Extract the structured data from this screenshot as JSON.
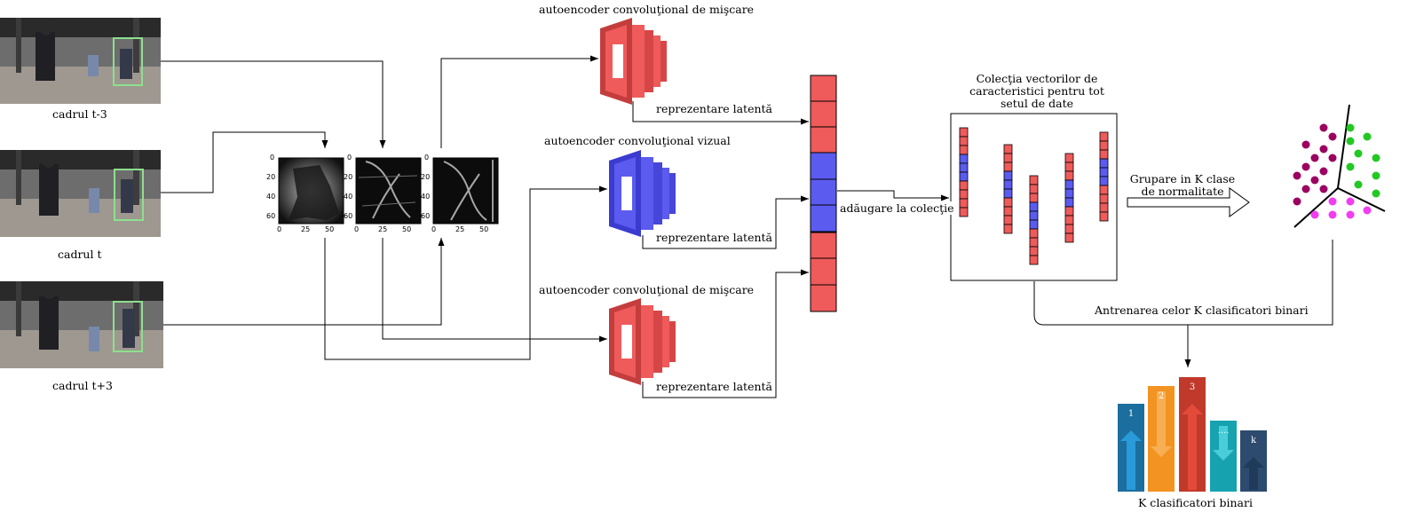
{
  "frames": [
    {
      "label": "cadrul t-3"
    },
    {
      "label": "cadrul t"
    },
    {
      "label": "cadrul t+3"
    }
  ],
  "plot_axes": {
    "y_ticks": [
      "0",
      "20",
      "40",
      "60"
    ],
    "x_ticks": [
      "0",
      "25",
      "50"
    ]
  },
  "autoencoders": {
    "motion_top": "autoencoder convoluţional de mişcare",
    "visual": "autoencoder convoluţional vizual",
    "motion_bottom": "autoencoder convoluţional de mişcare"
  },
  "latent_label": "reprezentare latentă",
  "add_to_collection": "adăugare la colecţie",
  "collection_title": [
    "Colecţia vectorilor de",
    "caracteristici pentru tot",
    "setul de date"
  ],
  "grouping_label": [
    "Grupare in K clase",
    "de normalitate"
  ],
  "training_label": "Antrenarea celor K clasificatori binari",
  "classifiers_label": "K clasificatori binari",
  "classifier_bars": [
    "1",
    "2",
    "3",
    "....",
    "k"
  ],
  "colors": {
    "motion": "#ef5a5a",
    "visual": "#5b5bf0",
    "cluster_purple": "#9c0060",
    "cluster_green": "#22c922",
    "cluster_magenta": "#f23cf2"
  }
}
